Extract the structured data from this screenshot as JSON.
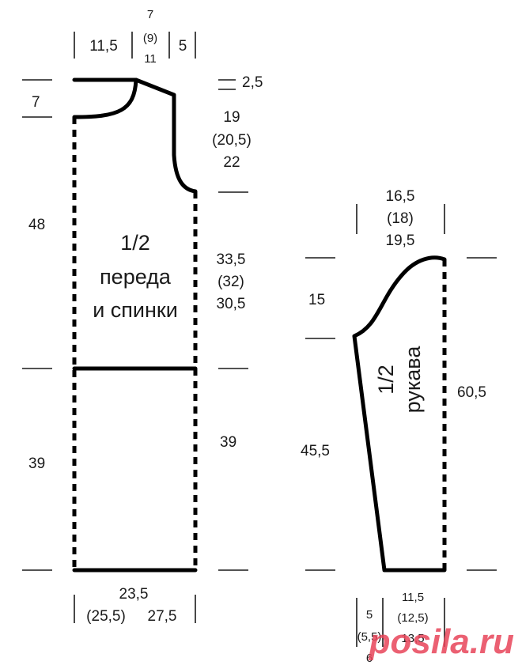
{
  "body_piece": {
    "title_line1": "1/2",
    "title_line2": "переда",
    "title_line3": "и спинки",
    "neck_side_width": "11,5",
    "neck_width_a": "7",
    "neck_width_b": "(9)",
    "neck_width_c": "11",
    "shoulder_width": "5",
    "neck_depth": "7",
    "shoulder_drop": "2,5",
    "armhole_a": "19",
    "armhole_b": "(20,5)",
    "armhole_c": "22",
    "side_upper_a": "33,5",
    "side_upper_b": "(32)",
    "side_upper_c": "30,5",
    "upper_height": "48",
    "lower_height_left": "39",
    "lower_height_right": "39",
    "bottom_width_a": "23,5",
    "bottom_width_b": "(25,5)",
    "bottom_width_c": "27,5"
  },
  "sleeve_piece": {
    "title_line1": "1/2",
    "title_line2": "рукава",
    "top_width_a": "16,5",
    "top_width_b": "(18)",
    "top_width_c": "19,5",
    "cap_height": "15",
    "sleeve_length": "45,5",
    "total_height": "60,5",
    "cuff_left_a": "5",
    "cuff_left_b": "(5,5)",
    "cuff_left_c": "6",
    "cuff_right_a": "11,5",
    "cuff_right_b": "(12,5)",
    "cuff_right_c": "13,5"
  },
  "watermark": {
    "text": "posila.ru",
    "color": "#e8455a"
  }
}
